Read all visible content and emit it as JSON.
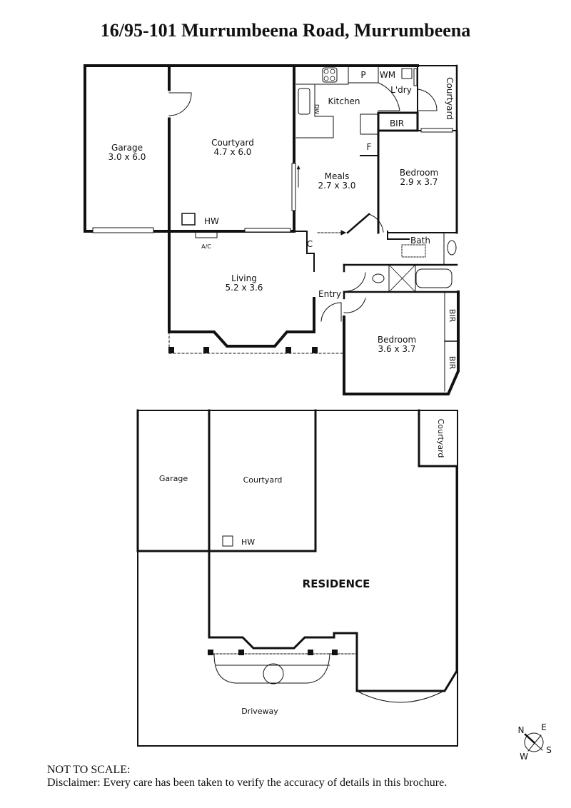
{
  "title": "16/95-101 Murrumbeena Road, Murrumbeena",
  "floor_plan": {
    "rooms": [
      {
        "id": "garage",
        "name": "Garage",
        "size": "3.0 x 6.0"
      },
      {
        "id": "courtyard",
        "name": "Courtyard",
        "size": "4.7 x 6.0"
      },
      {
        "id": "kitchen",
        "name": "Kitchen",
        "size": ""
      },
      {
        "id": "meals",
        "name": "Meals",
        "size": "2.7 x 3.0"
      },
      {
        "id": "bedroom1",
        "name": "Bedroom",
        "size": "2.9 x 3.7"
      },
      {
        "id": "living",
        "name": "Living",
        "size": "5.2 x 3.6"
      },
      {
        "id": "bedroom2",
        "name": "Bedroom",
        "size": "3.6 x 3.7"
      },
      {
        "id": "bath",
        "name": "Bath",
        "size": ""
      },
      {
        "id": "laundry",
        "name": "L'dry",
        "size": ""
      },
      {
        "id": "entry",
        "name": "Entry",
        "size": ""
      },
      {
        "id": "courtyard_small",
        "name": "Courtyard",
        "size": ""
      }
    ],
    "fixtures": {
      "hw": "HW",
      "ac": "A/C",
      "pantry": "P",
      "wm": "WM",
      "bir": "BIR",
      "fridge": "F",
      "cupboard": "C",
      "dw": "DW"
    }
  },
  "site_plan": {
    "garage": "Garage",
    "courtyard": "Courtyard",
    "courtyard_small": "Courtyard",
    "hw": "HW",
    "residence": "RESIDENCE",
    "driveway": "Driveway"
  },
  "compass": {
    "n": "N",
    "e": "E",
    "s": "S",
    "w": "W"
  },
  "footer": {
    "line1": "NOT TO SCALE:",
    "line2": "Disclaimer: Every care has been taken to verify the accuracy of details in this brochure."
  }
}
